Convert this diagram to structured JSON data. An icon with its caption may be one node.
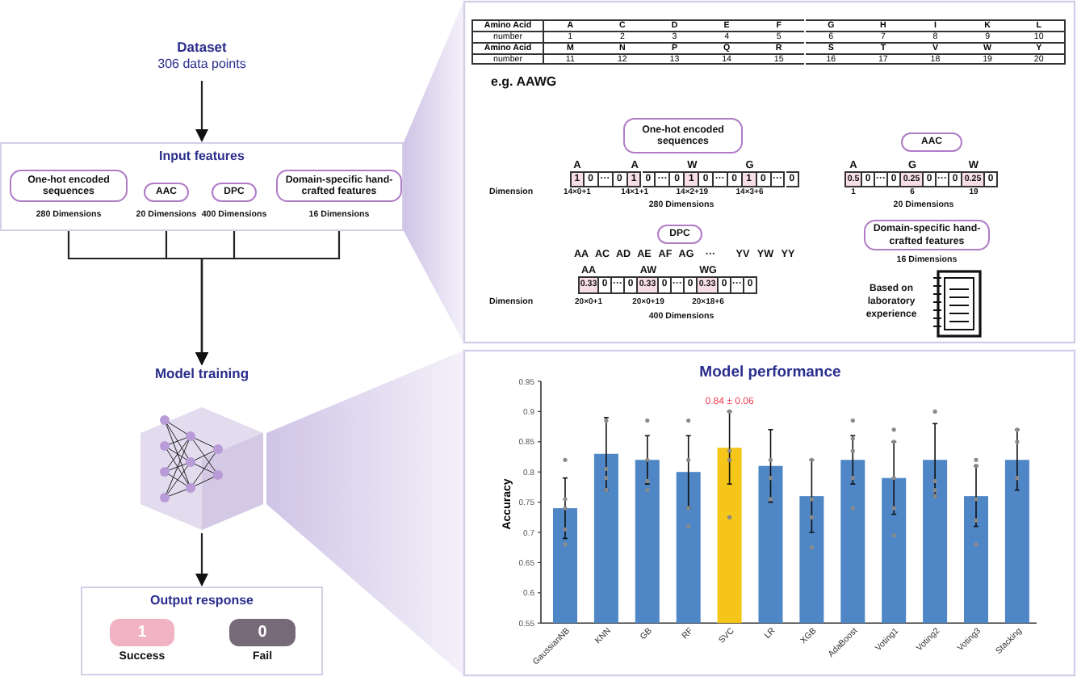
{
  "diagram": {
    "nodes": [
      {
        "text": [
          "Dataset",
          "306 data points"
        ]
      },
      {
        "text": [
          "Input features"
        ]
      },
      {
        "text": [
          "One-hot encoded sequences"
        ],
        "in": 1,
        "beside": [
          "280 Dimensions"
        ]
      },
      {
        "text": [
          "AAC"
        ],
        "in": 1,
        "beside": [
          "20 Dimensions"
        ]
      },
      {
        "text": [
          "DPC"
        ],
        "in": 1,
        "beside": [
          "400 Dimensions"
        ]
      },
      {
        "text": [
          "Domain-specific hand-crafted features"
        ],
        "in": 1,
        "beside": [
          "16 Dimensions"
        ]
      },
      {
        "text": [
          "Model training"
        ]
      },
      {
        "text": [
          "Output response"
        ]
      },
      {
        "text": [
          "1"
        ],
        "in": 7,
        "beside": [
          "Success"
        ]
      },
      {
        "text": [
          "0"
        ],
        "in": 7,
        "beside": [
          "Fail"
        ]
      },
      {
        "text": [
          "One-hot encoded sequences"
        ]
      },
      {
        "text": [
          "AAC"
        ]
      },
      {
        "text": [
          "DPC"
        ]
      },
      {
        "text": [
          "Domain-specific hand-crafted features"
        ],
        "beside": [
          "16 Dimensions"
        ]
      }
    ],
    "edges": [
      {
        "from": 0,
        "to": 1,
        "arrow": "to"
      },
      {
        "from": 2,
        "to": 6,
        "arrow": "to"
      },
      {
        "from": 3,
        "to": 6,
        "arrow": "to"
      },
      {
        "from": 4,
        "to": 6,
        "arrow": "to"
      },
      {
        "from": 5,
        "to": 6,
        "arrow": "to"
      },
      {
        "from": 6,
        "to": 7,
        "arrow": "to"
      }
    ],
    "labels": [
      "Amino Acid",
      "A",
      "C",
      "D",
      "E",
      "F",
      "G",
      "H",
      "I",
      "K",
      "L",
      "number",
      "1",
      "2",
      "3",
      "4",
      "5",
      "6",
      "7",
      "8",
      "9",
      "10",
      "Amino Acid",
      "M",
      "N",
      "P",
      "Q",
      "R",
      "S",
      "T",
      "V",
      "W",
      "Y",
      "number",
      "11",
      "12",
      "13",
      "14",
      "15",
      "16",
      "17",
      "18",
      "19",
      "20",
      "e.g. AAWG",
      "A",
      "A",
      "W",
      "G",
      "1",
      "0",
      "···",
      "0",
      "1",
      "0",
      "···",
      "0",
      "1",
      "0",
      "···",
      "0",
      "1",
      "0",
      "···",
      "0",
      "Dimension",
      "14×0+1",
      "14×1+1",
      "14×2+19",
      "14×3+6",
      "280 Dimensions",
      "A",
      "G",
      "W",
      "0.5",
      "0",
      "···",
      "0",
      "0.25",
      "0",
      "···",
      "0",
      "0.25",
      "0",
      "1",
      "6",
      "19",
      "20 Dimensions",
      "AA",
      "AC",
      "AD",
      "AE",
      "AF",
      "AG",
      "···",
      "YV",
      "YW",
      "YY",
      "AA",
      "AW",
      "WG",
      "0.33",
      "0",
      "···",
      "0",
      "0.33",
      "0",
      "···",
      "0",
      "0.33",
      "0",
      "···",
      "0",
      "Dimension",
      "20×0+1",
      "20×0+19",
      "20×18+6",
      "400 Dimensions",
      "Based on laboratory experience"
    ],
    "chart_data": {
      "type": "bar",
      "title": "Model performance",
      "ylabel": "Accuracy",
      "categories": [
        "GaussianNB",
        "KNN",
        "GB",
        "RF",
        "SVC",
        "LR",
        "XGB",
        "AdaBoost",
        "Voting1",
        "Voting2",
        "Voting3",
        "Stacking"
      ],
      "series": [
        {
          "color": "#4e86c6",
          "values": [
            0.74,
            0.83,
            0.82,
            0.8,
            null,
            0.81,
            0.76,
            0.82,
            0.79,
            0.82,
            0.76,
            0.82
          ],
          "errors": [
            0.05,
            0.06,
            0.04,
            0.06,
            null,
            0.06,
            0.06,
            0.04,
            0.06,
            0.06,
            0.05,
            0.05
          ]
        },
        {
          "color": "#f5c518",
          "values": [
            null,
            null,
            null,
            null,
            0.84,
            null,
            null,
            null,
            null,
            null,
            null,
            null
          ],
          "errors": [
            null,
            null,
            null,
            null,
            0.06,
            null,
            null,
            null,
            null,
            null,
            null,
            null
          ]
        }
      ],
      "ylim": [
        0.55,
        0.95
      ],
      "yticks": [
        0.55,
        0.6,
        0.65,
        0.7,
        0.75,
        0.8,
        0.85,
        0.9,
        0.95
      ],
      "annotations": [
        "0.84 ± 0.06"
      ]
    }
  }
}
